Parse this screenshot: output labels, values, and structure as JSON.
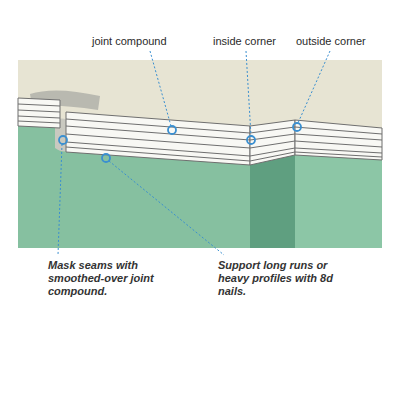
{
  "diagram": {
    "labels": [
      "joint compound",
      "inside corner",
      "outside corner",
      "Mask seams with smoothed-over joint compound.",
      "Support long runs or heavy profiles with 8d nails."
    ]
  }
}
